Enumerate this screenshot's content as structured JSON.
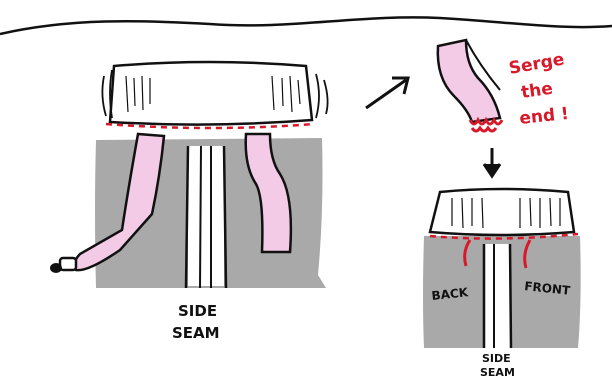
{
  "labels": {
    "side_seam_left": [
      "SIDE",
      "SEAM"
    ],
    "side_seam_right": [
      "SIDE",
      "SEAM"
    ],
    "serge_note": [
      "Serge",
      "the",
      "end !"
    ],
    "back": "BACK",
    "front": "FRONT"
  },
  "colors": {
    "ink": "#111111",
    "fabric_gray": "#a9a9a9",
    "tape_pink": "#f4cbe6",
    "serge_red": "#d8192a",
    "waist_white": "#ffffff"
  }
}
